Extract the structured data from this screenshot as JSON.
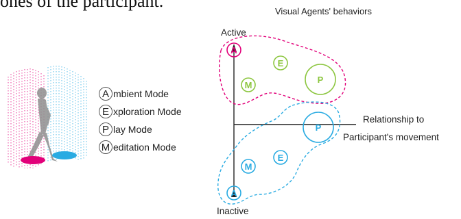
{
  "top_text": "ones of the participant.",
  "figure_title": "Visual Agents' behaviors",
  "legend": [
    {
      "letter": "A",
      "rest": "mbient Mode"
    },
    {
      "letter": "E",
      "rest": "xploration Mode"
    },
    {
      "letter": "P",
      "rest": "lay Mode"
    },
    {
      "letter": "M",
      "rest": "editation Mode"
    }
  ],
  "axis": {
    "top_label": "Active",
    "bottom_label": "Inactive",
    "right_label_line1": "Relationship to",
    "right_label_line2": "Participant's movement"
  },
  "nodes": {
    "active_group": [
      {
        "letter": "A",
        "color": "#e2007a"
      },
      {
        "letter": "E",
        "color": "#8cc63f"
      },
      {
        "letter": "M",
        "color": "#8cc63f"
      },
      {
        "letter": "P",
        "color": "#8cc63f"
      }
    ],
    "inactive_group": [
      {
        "letter": "P",
        "color": "#29abe2"
      },
      {
        "letter": "E",
        "color": "#29abe2"
      },
      {
        "letter": "M",
        "color": "#29abe2"
      },
      {
        "letter": "A",
        "color": "#29abe2"
      }
    ]
  },
  "colors": {
    "magenta": "#e2007a",
    "green": "#8cc63f",
    "cyan": "#29abe2",
    "axis": "#222222"
  }
}
